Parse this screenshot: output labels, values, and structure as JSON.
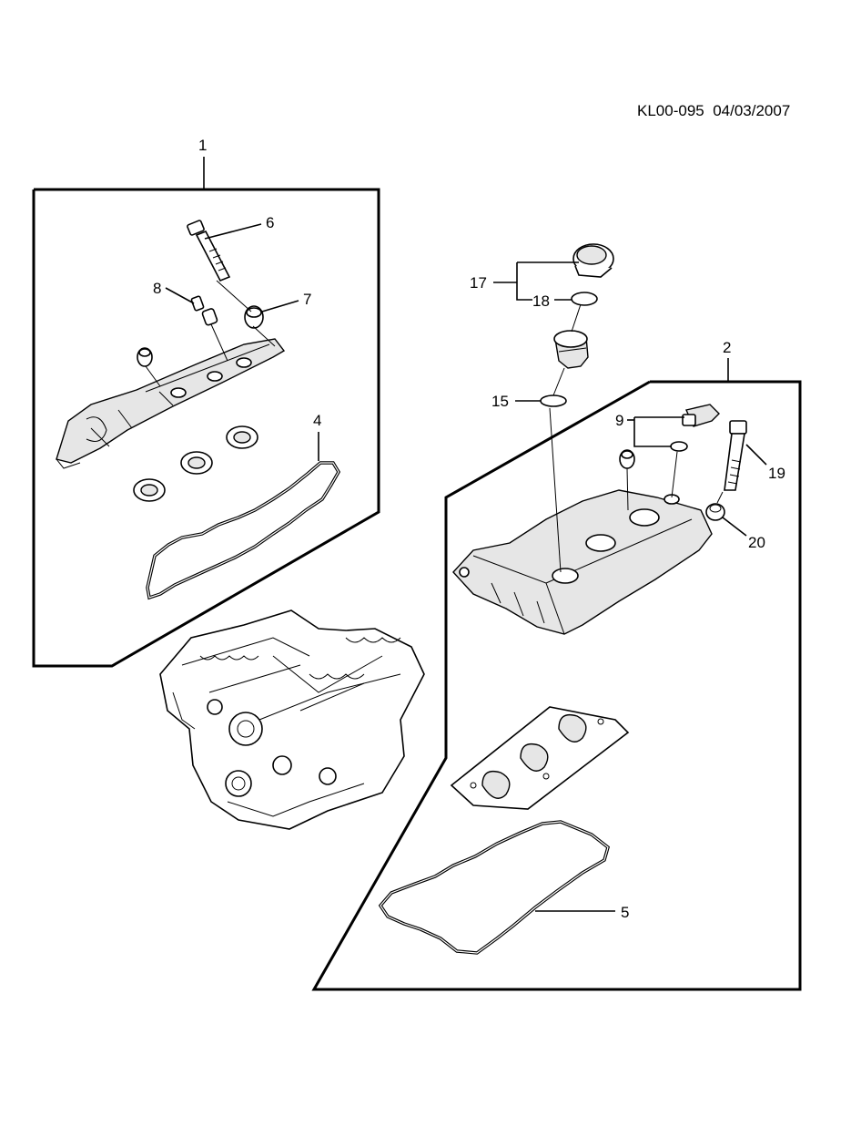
{
  "header": {
    "doc_code": "KL00-095",
    "date": "04/03/2007"
  },
  "callouts": {
    "c1": "1",
    "c2": "2",
    "c4": "4",
    "c5": "5",
    "c6": "6",
    "c7": "7",
    "c8": "8",
    "c9": "9",
    "c15": "15",
    "c17": "17",
    "c18": "18",
    "c19": "19",
    "c20": "20"
  }
}
